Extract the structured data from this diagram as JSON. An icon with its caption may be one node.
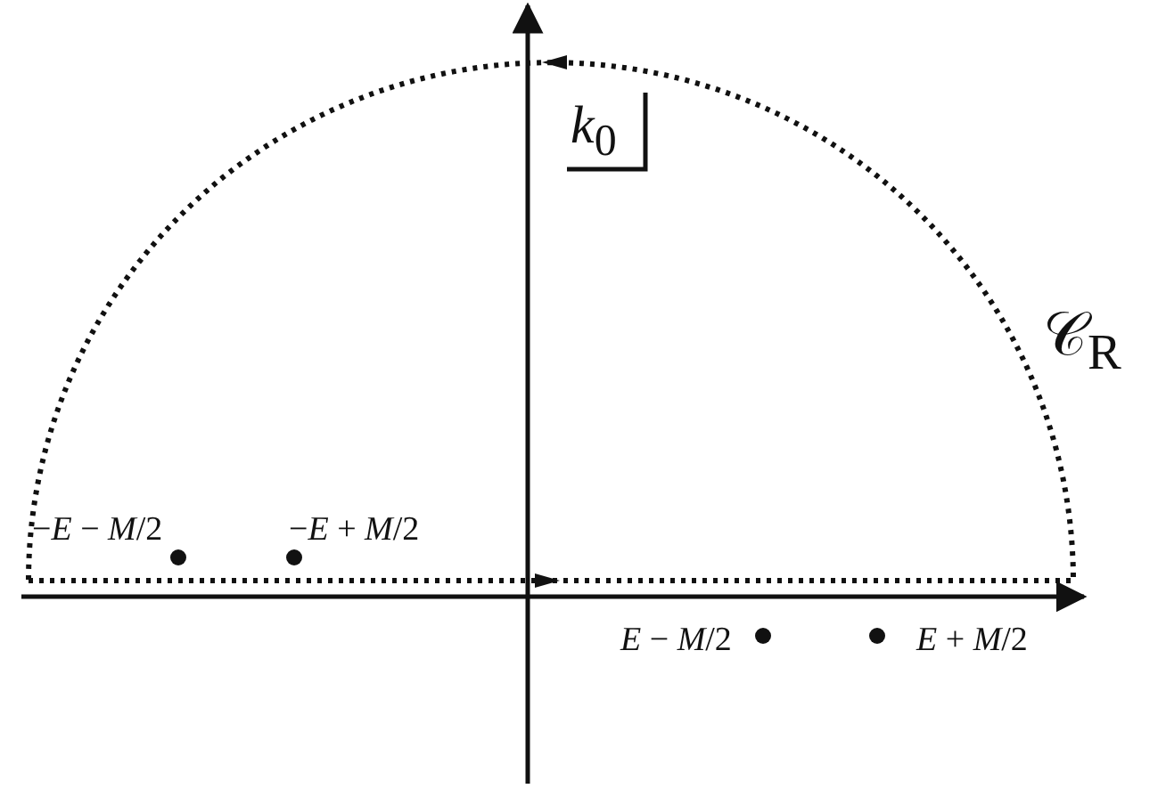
{
  "diagram": {
    "labels": [
      "*k*$_{0}$",
      "𝒞$_{R}$",
      "−*E* − *M*/2",
      "−*E* + *M*/2",
      "*E* − *M*/2",
      "*E* + *M*/2"
    ]
  }
}
